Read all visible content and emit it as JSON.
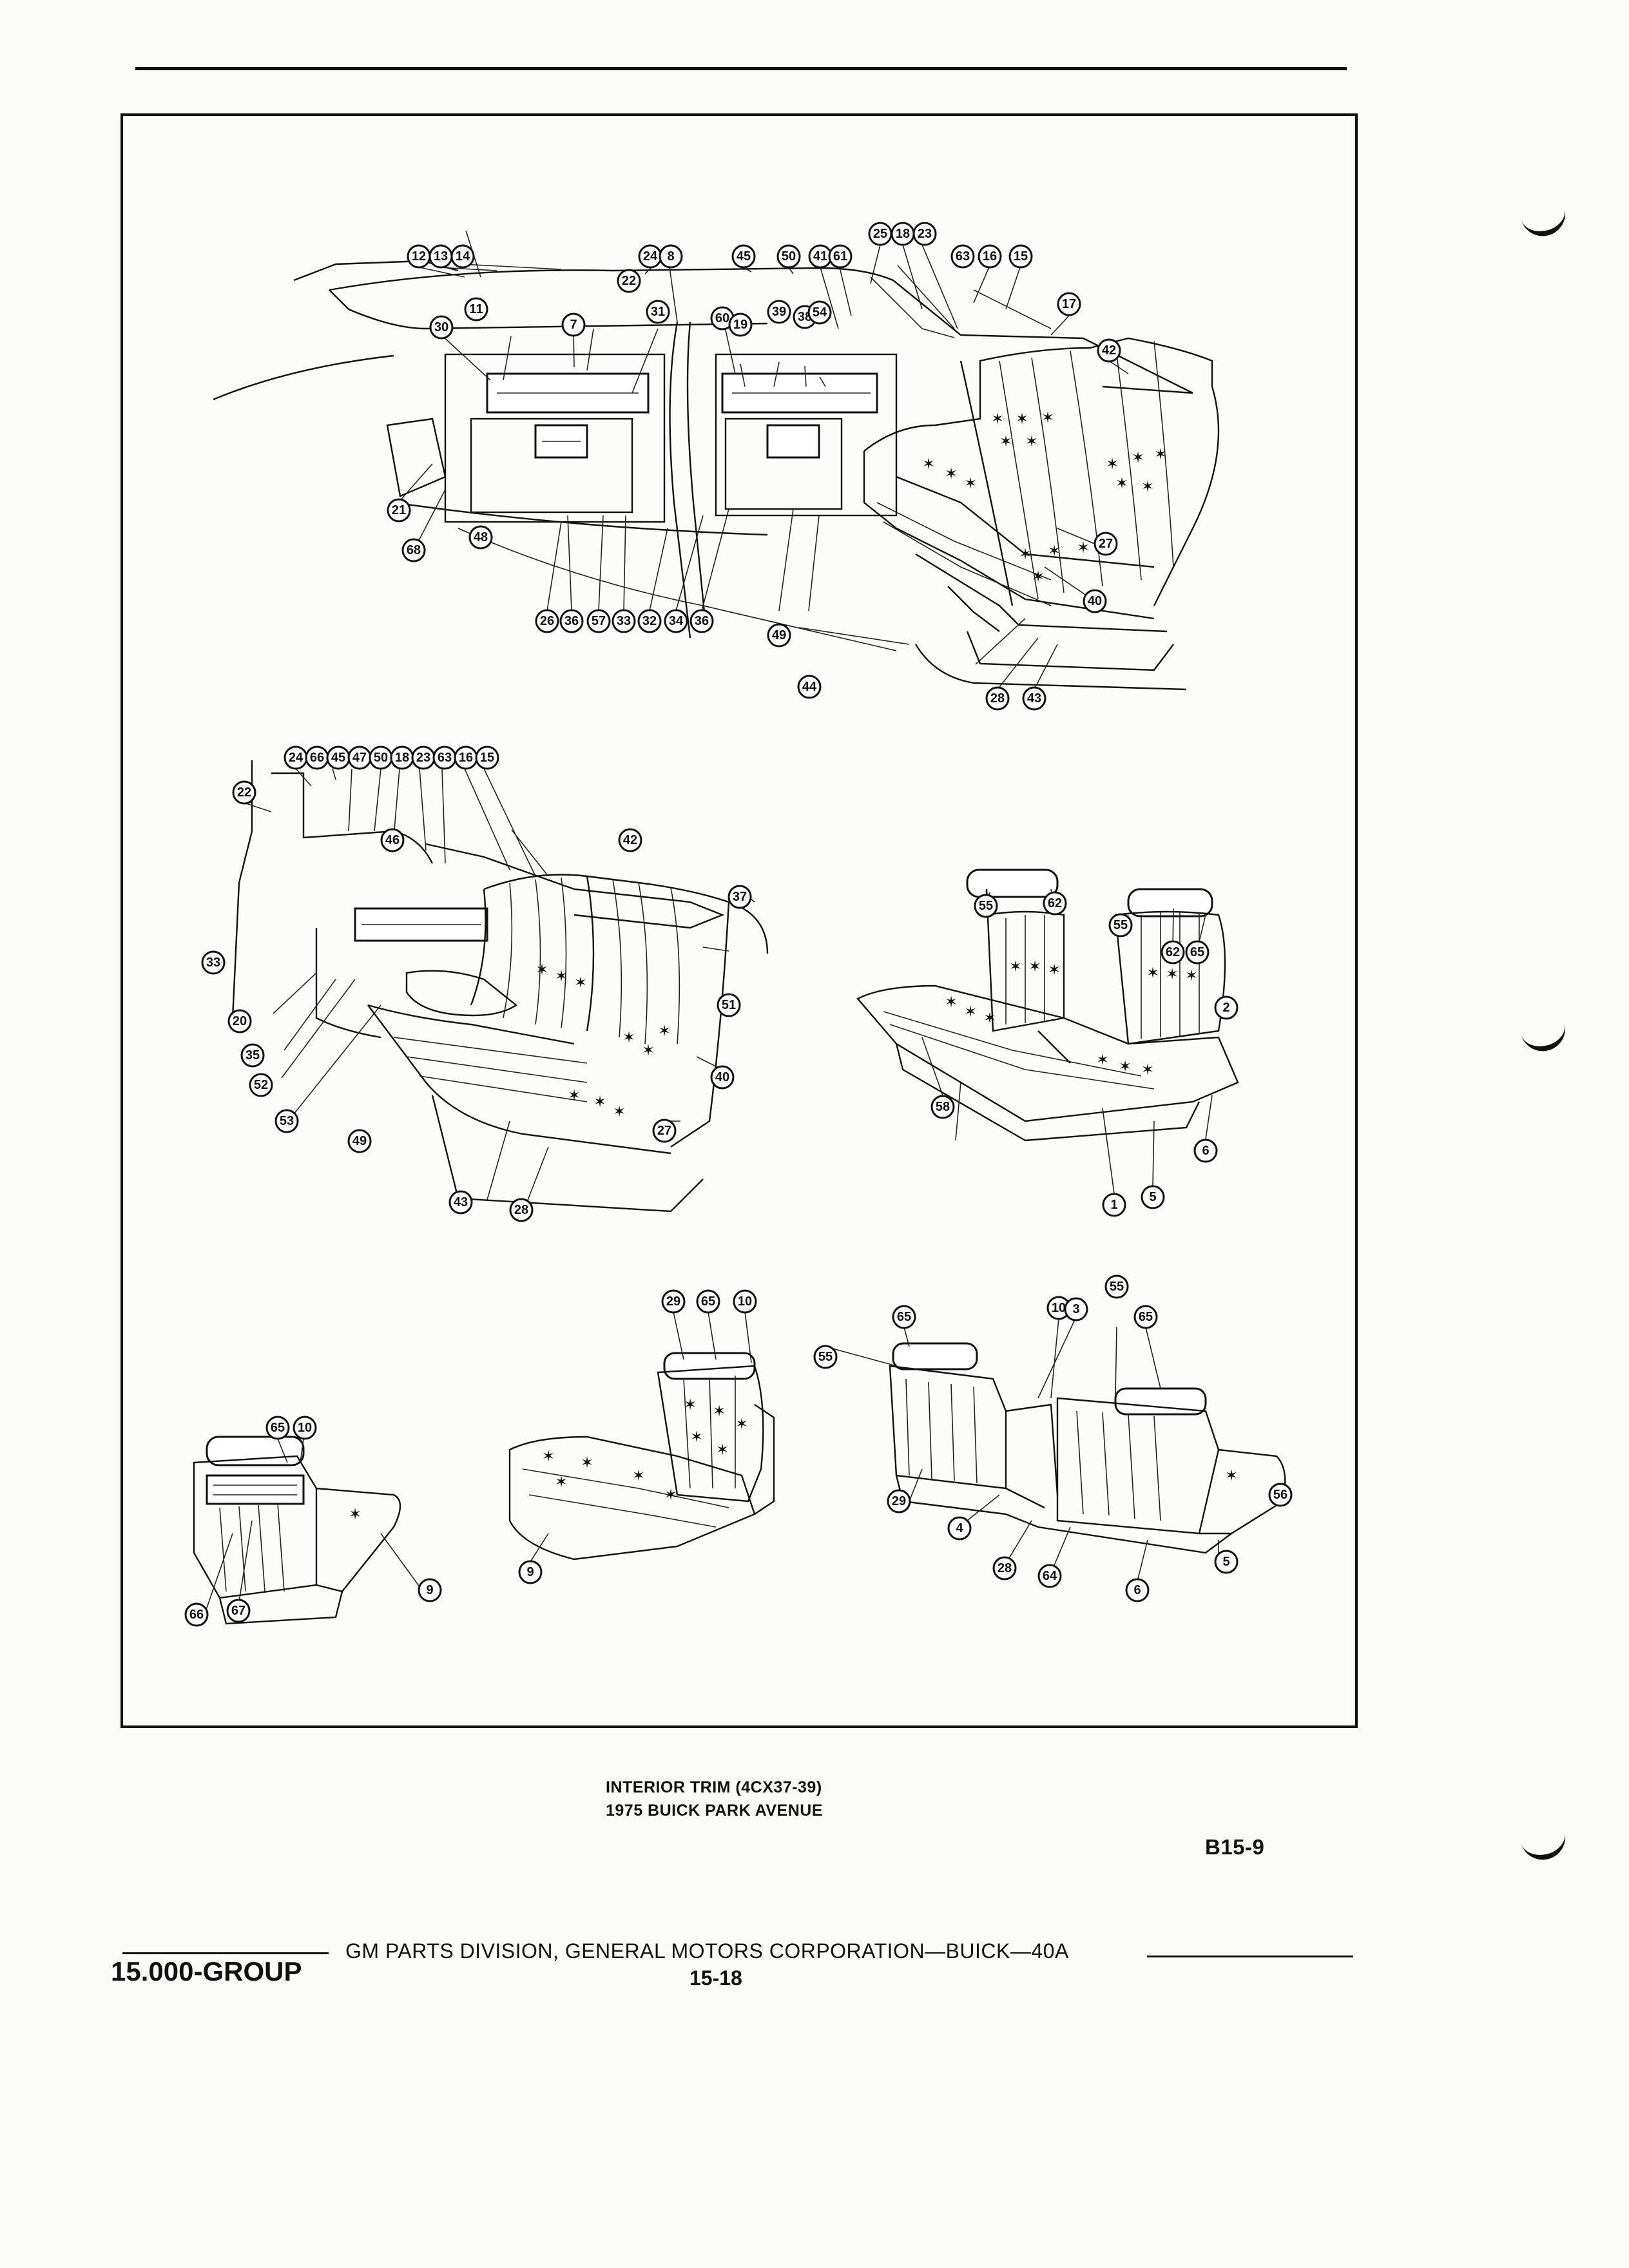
{
  "figure": {
    "title_line1": "INTERIOR TRIM (4CX37-39)",
    "title_line2": "1975 BUICK PARK AVENUE",
    "figure_code": "B15-9"
  },
  "footer": {
    "group": "15.000-GROUP",
    "division": "GM PARTS DIVISION, GENERAL MOTORS CORPORATION—BUICK—40A",
    "page_number": "15-18"
  },
  "callouts": {
    "main_view": [
      "25",
      "18",
      "23",
      "12",
      "13",
      "14",
      "24",
      "8",
      "45",
      "50",
      "41",
      "61",
      "63",
      "16",
      "15",
      "22",
      "17",
      "11",
      "31",
      "60",
      "19",
      "39",
      "38",
      "54",
      "42",
      "30",
      "7",
      "21",
      "68",
      "48",
      "27",
      "40",
      "26",
      "36",
      "57",
      "33",
      "32",
      "34",
      "36",
      "49",
      "28",
      "43",
      "44"
    ],
    "rear_seat_view": [
      "24",
      "66",
      "45",
      "47",
      "50",
      "18",
      "23",
      "63",
      "16",
      "15",
      "22",
      "46",
      "42",
      "37",
      "33",
      "51",
      "20",
      "35",
      "52",
      "40",
      "53",
      "49",
      "27",
      "43",
      "28"
    ],
    "front_bench_view": [
      "55",
      "62",
      "55",
      "62",
      "65",
      "2",
      "58",
      "6",
      "1",
      "5"
    ],
    "bucket_seat_view": [
      "65",
      "10",
      "9",
      "66",
      "67"
    ],
    "reclining_seat_view": [
      "29",
      "65",
      "10",
      "9"
    ],
    "split_bench_view": [
      "65",
      "55",
      "10",
      "3",
      "65",
      "55",
      "56",
      "29",
      "4",
      "28",
      "64",
      "6",
      "5"
    ]
  },
  "icons": {
    "upholstery_tuft": "star-tuft-icon",
    "page_edge_marks": "scan-edge-mark-icon"
  }
}
